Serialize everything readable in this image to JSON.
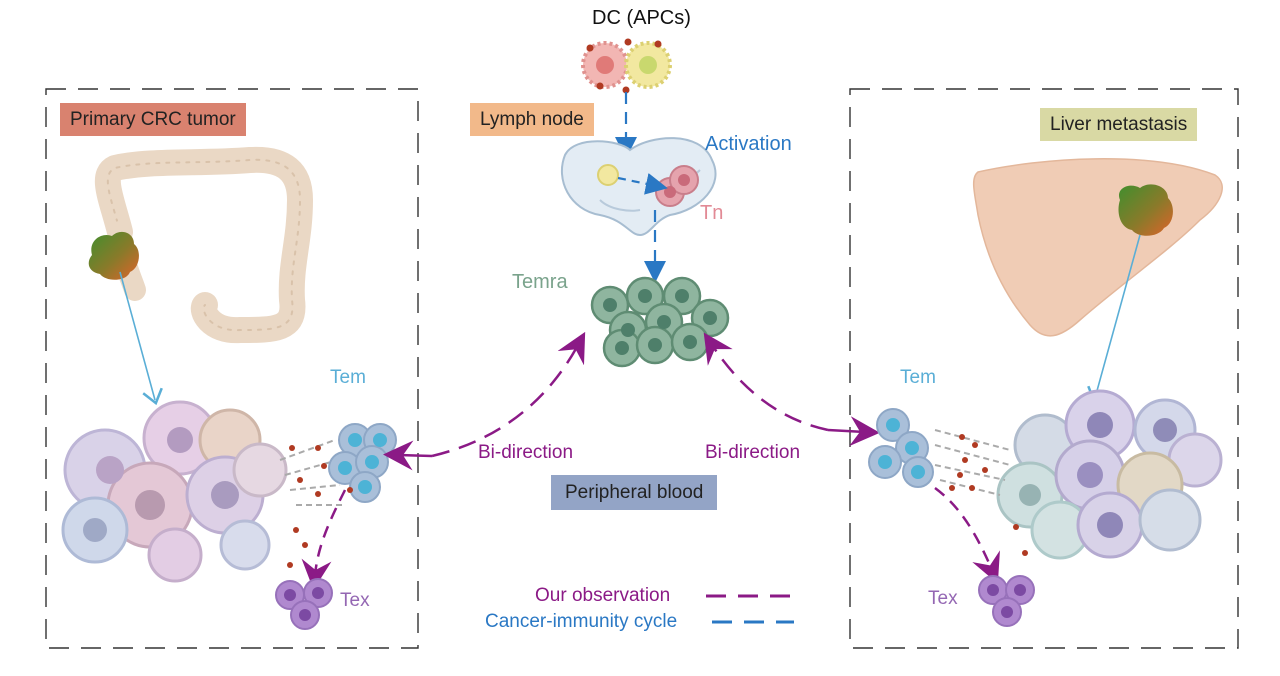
{
  "labels": {
    "dc": "DC (APCs)",
    "primary_tumor": "Primary CRC tumor",
    "lymph_node": "Lymph node",
    "activation": "Activation",
    "tn": "Tn",
    "temra": "Temra",
    "liver_metastasis": "Liver metastasis",
    "tem_left": "Tem",
    "tem_right": "Tem",
    "tex_left": "Tex",
    "tex_right": "Tex",
    "bidirection_left": "Bi-direction",
    "bidirection_right": "Bi-direction",
    "peripheral_blood": "Peripheral blood"
  },
  "legend": {
    "our_observation": "Our observation",
    "cancer_immunity_cycle": "Cancer-immunity cycle"
  },
  "colors": {
    "primary_label_bg": "#d9826f",
    "lymph_label_bg": "#f2b98a",
    "liver_label_bg": "#d9d9a4",
    "blood_label_bg": "#93a4c6",
    "purple": "#8b1a86",
    "blue": "#2a78c4",
    "light_blue": "#5aaed6",
    "temra_green": "#7aa38c",
    "tn_pink": "#e28a95",
    "tex_purple": "#9467b3"
  },
  "icons": [
    "dendritic-cell-icon",
    "colon-icon",
    "lymph-node-icon",
    "liver-icon",
    "tumor-mass-icon",
    "t-cell-cluster-icon"
  ]
}
